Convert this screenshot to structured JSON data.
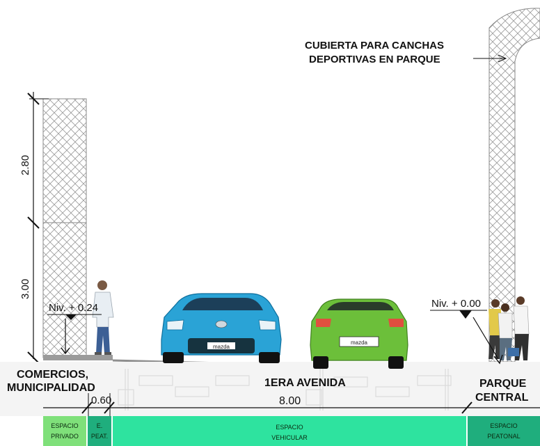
{
  "annotations": {
    "cubierta_line1": "CUBIERTA PARA CANCHAS",
    "cubierta_line2": "DEPORTIVAS EN PARQUE",
    "comercios_line1": "COMERCIOS,",
    "comercios_line2": "MUNICIPALIDAD",
    "avenida": "1ERA AVENIDA",
    "parque_line1": "PARQUE",
    "parque_line2": "CENTRAL"
  },
  "levels": {
    "left": "Niv. + 0.24",
    "right": "Niv. + 0.00"
  },
  "dimensions": {
    "upper_height": "2.80",
    "lower_height": "3.00",
    "sidewalk_width": "0.60",
    "road_width": "8.00"
  },
  "zones": [
    {
      "line1": "ESPACIO",
      "line2": "PRIVADO",
      "color": "#7fe07a"
    },
    {
      "line1": "E.",
      "line2": "PEAT.",
      "color": "#1fae7d"
    },
    {
      "line1": "ESPACIO",
      "line2": "VEHICULAR",
      "color": "#2ee39f"
    },
    {
      "line1": "ESPACIO",
      "line2": "PEATONAL",
      "color": "#1fae7d"
    }
  ],
  "vehicles": {
    "front_car_badge": "mazda",
    "rear_car_badge": "mazda"
  }
}
